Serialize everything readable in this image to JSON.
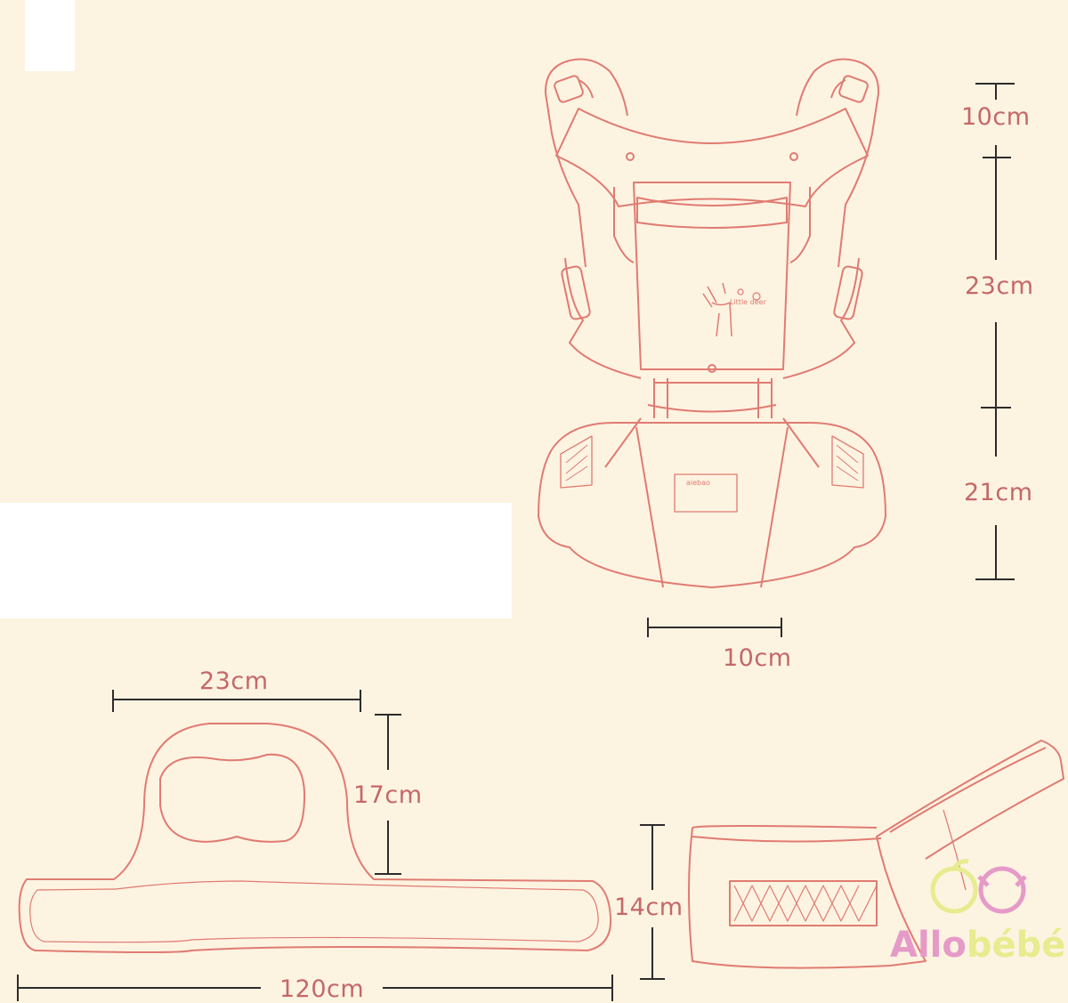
{
  "dimensions": {
    "top_height": "10cm",
    "body_height": "23cm",
    "waist_height": "21cm",
    "waist_depth": "10cm",
    "seat_width": "23cm",
    "seat_height": "17cm",
    "belt_length": "120cm",
    "seat_side_height": "14cm"
  },
  "tags": {
    "hood": "Little deer",
    "waist": "aiebao"
  },
  "logo": {
    "part1": "Allo",
    "part2": "bébé"
  },
  "colors": {
    "background": "#fdf3e1",
    "line": "#e07b72",
    "text": "#c46868",
    "logo_pink": "#e59ac8",
    "logo_yellow": "#e7ec8f"
  }
}
